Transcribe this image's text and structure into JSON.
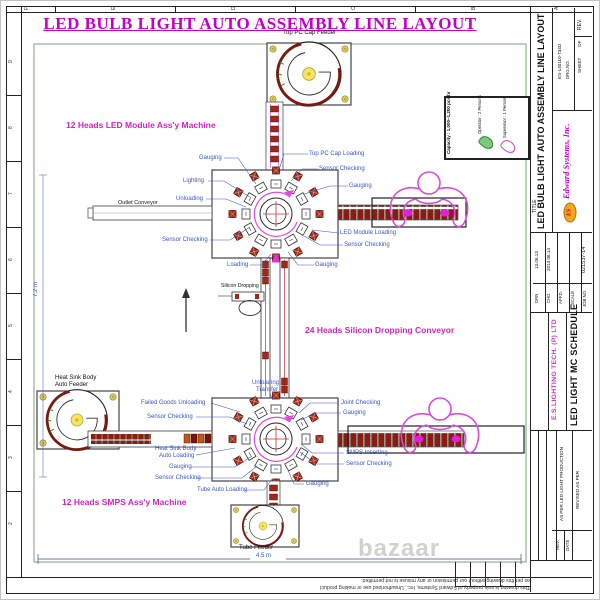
{
  "main_title": "LED BULB LIGHT AUTO ASSEMBLY LINE LAYOUT",
  "watermark": "bazaar",
  "frame": {
    "grid_top": [
      "F",
      "E",
      "D",
      "C",
      "B",
      "A"
    ],
    "grid_left": [
      "9",
      "8",
      "7",
      "6",
      "5",
      "4",
      "3",
      "2"
    ]
  },
  "disclaimer": {
    "line1": "This drawing is sole property of Edward Systems, Inc.,  Unauthorized use or making product",
    "line2": "as per this drawing without our permission or any misuse is not permitted."
  },
  "capacity_box": {
    "capacity": "Capacity : 1,000~1,200 pcs/hr",
    "operator": "Operator : 2 Persons",
    "supervisor": "Supervisor : 1 Person"
  },
  "feeders": {
    "top_pc_cap": "Top PC Cap Feeder",
    "heat_sink_line1": "Heat Sink Body",
    "heat_sink_line2": "Auto Feeder",
    "tube": "Tube Feeder"
  },
  "dimensions": {
    "width": "4.5 m",
    "height": "7.2 m"
  },
  "led_machine": {
    "title": "12 Heads LED Module Ass'y Machine",
    "gauging_tl": "Gauging",
    "lighting": "Lighting",
    "unloading": "Unloading",
    "outlet_conveyor": "Outlet Conveyor",
    "sensor_checking_bl": "Sensor Checking",
    "loading": "Loading",
    "top_pc_cap_loading": "Top PC Cap Loading",
    "sensor_checking_tr": "Sensor Checking",
    "gauging_tr": "Gauging",
    "led_module_loading": "LED Module Loading",
    "sensor_checking_r": "Sensor Checking",
    "gauging_br": "Gauging"
  },
  "silicon_conveyor": {
    "title": "24 Heads Silicon Dropping Conveyor",
    "silicon_dropping": "Silicon Dropping"
  },
  "smps_machine": {
    "title": "12 Heads SMPS Ass'y Machine",
    "unloading_transfer_1": "Unloading",
    "unloading_transfer_2": "Transfer",
    "failed_goods": "Failed Goods Unloading",
    "sensor_checking_l1": "Sensor Checking",
    "joint_checking": "Joint Checking",
    "gauging_r1": "Gauging",
    "heat_sink_1": "Heat Sink Body",
    "heat_sink_2": "Auto Loading",
    "gauging_l": "Gauging",
    "sensor_checking_l2": "Sensor Checking",
    "tube_auto_loading": "Tube Auto Loading",
    "smps_inserting": "SMPS Inserting",
    "sensor_checking_r2": "Sensor Checking",
    "gauging_b": "Gauging"
  },
  "title_block": {
    "title_label": "TITLE",
    "title": "LED BULB LIGHT AUTO ASSEMBLY LINE LAYOUT",
    "rev_label": "REV.",
    "sheet_label": "SHEET",
    "of_label": "OF",
    "drg_label": "DRG.NO.",
    "drg_no": "ES-140110-734D",
    "logo_text": "ES",
    "company": "Edward Systems, Inc.",
    "fields": [
      {
        "label": "DRN",
        "value": "13.06.13"
      },
      {
        "label": "CHD.",
        "value": "2013.06.14"
      },
      {
        "label": "APPD.",
        "value": ""
      },
      {
        "label": "SCALE",
        "value": ""
      },
      {
        "label": "JOB NO.",
        "value": "021537-14"
      }
    ],
    "client": "E.S.LIGHTING TECH. (P) LTD",
    "document": "LED LIGHT MC SCHEDULE",
    "revision1": "AS PER LED LIGHT PRODUCTION",
    "revision2": "REVISED AS PER",
    "rev_col": "REV.",
    "date_col": "DATE"
  }
}
